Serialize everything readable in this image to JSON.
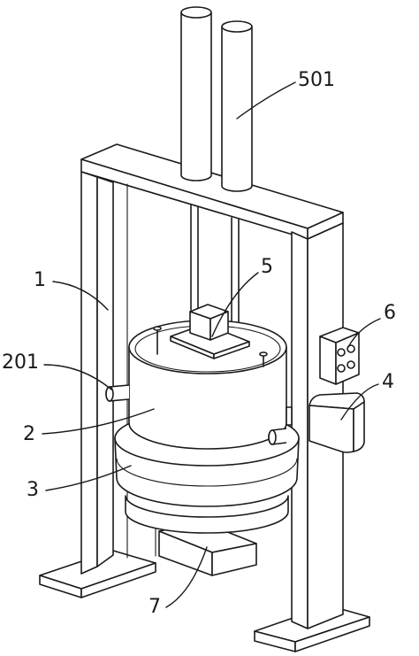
{
  "figure": {
    "callouts": {
      "c501": "501",
      "c5": "5",
      "c6": "6",
      "c1": "1",
      "c201": "201",
      "c4": "4",
      "c2": "2",
      "c3": "3",
      "c7": "7"
    }
  }
}
